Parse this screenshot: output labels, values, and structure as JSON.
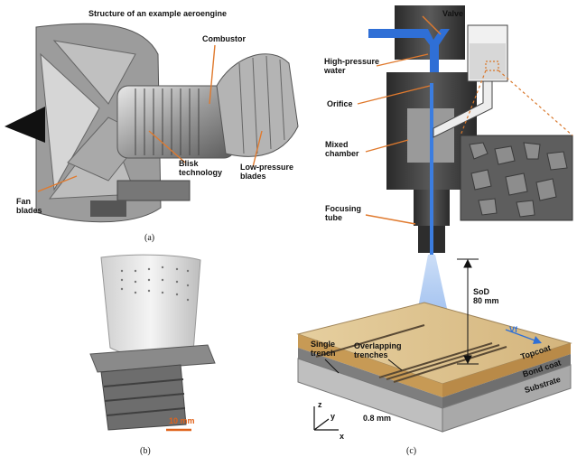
{
  "panel_a": {
    "title": "Structure of an example aeroengine",
    "labels": {
      "combustor": "Combustor",
      "blisk": "Blisk\ntechnology",
      "lp_blades": "Low-pressure\nblades",
      "fan_blades": "Fan\nblades"
    },
    "caption": "(a)"
  },
  "panel_b": {
    "scale": "10 mm",
    "caption": "(b)"
  },
  "panel_c": {
    "labels": {
      "valve": "Valve",
      "hp_water": "High-pressure\nwater",
      "orifice": "Orifice",
      "mixed": "Mixed\nchamber",
      "focusing": "Focusing\ntube",
      "sod": "SoD\n80 mm",
      "vf": "Vf",
      "overlapping": "Overlapping\ntrenches",
      "single": "Single\ntrench",
      "topcoat": "Topcoat",
      "bondcoat": "Bond coat",
      "substrate": "Substrate",
      "width": "0.8 mm",
      "axis_z": "z",
      "axis_y": "y",
      "axis_x": "x"
    },
    "caption": "(c)"
  },
  "colors": {
    "water_blue": "#2f6fd6",
    "nozzle_dark": "#3b3b3b",
    "scale_orange": "#e0621a",
    "arrow_orange": "#d9772b"
  }
}
